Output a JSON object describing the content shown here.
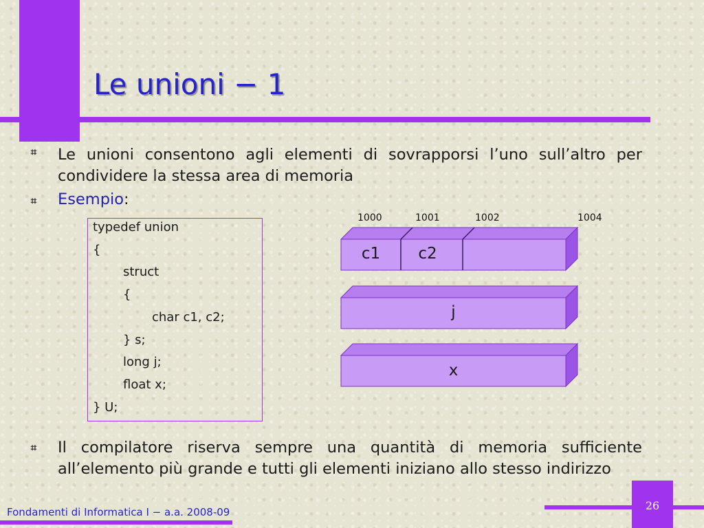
{
  "slide": {
    "title": "Le unioni − 1",
    "bullets": [
      "Le unioni consentono agli elementi di sovrapporsi l’uno sull’altro per condividere la stessa area di memoria",
      "Il compilatore riserva sempre una quantità di memoria sufficiente all’elemento più grande e tutti gli elementi iniziano allo stesso indirizzo"
    ],
    "example_label": "Esempio",
    "example_colon": ":",
    "bullet_icon": "hash-bullet-icon",
    "code_lines": [
      "typedef union",
      "{",
      "struct",
      "{",
      "char c1, c2;",
      "} s;",
      "long j;",
      "float x;",
      "} U;"
    ]
  },
  "diagram": {
    "addresses": [
      "1000",
      "1001",
      "1002",
      "1004"
    ],
    "row1_labels": [
      "c1",
      "c2"
    ],
    "row2_label": "j",
    "row3_label": "x"
  },
  "footer": {
    "course": "Fondamenti di Informatica I − a.a. 2008-09",
    "page_number": "26"
  },
  "colors": {
    "accent": "#a033ee",
    "title": "#2424c8",
    "box_front": "#c89bf7",
    "box_top": "#b77ef0",
    "box_side": "#9a55e4"
  }
}
